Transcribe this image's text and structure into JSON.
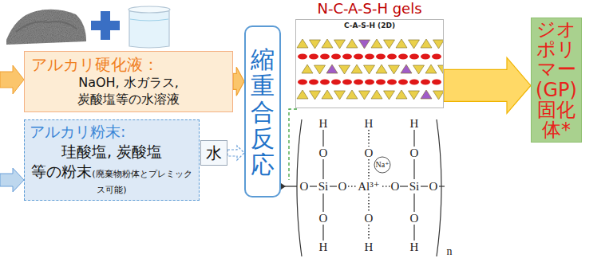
{
  "diagram": {
    "nodes": [
      {
        "text": [
          "アルカリ硬化液：",
          "NaOH, 水ガラス, 炭酸塩等の水溶液"
        ]
      },
      {
        "text": [
          "アルカリ粉末:",
          "珪酸塩, 炭酸塩 等の粉末",
          "(廃棄物粉体とプレミックス可能)"
        ]
      },
      {
        "text": [
          "水"
        ]
      },
      {
        "text": [
          "縮重合反応"
        ]
      },
      {
        "text": [
          "N-C-A-S-H gels",
          "C-A-S-H (2D)"
        ]
      },
      {
        "text": [
          "ジオポリマー(GP)固化体*"
        ]
      }
    ],
    "edges": [
      {
        "from": 0,
        "to": 3,
        "arrow": "to"
      },
      {
        "from": 2,
        "to": 3,
        "arrow": "to"
      },
      {
        "from": 4,
        "to": 5,
        "arrow": "to"
      }
    ],
    "labels": [
      "H",
      "H",
      "H",
      "O",
      "O",
      "O",
      "Na⁺",
      "O",
      "Si",
      "O",
      "Al³⁺",
      "O",
      "Si",
      "O",
      "O",
      "O",
      "O",
      "H",
      "H",
      "H",
      "n"
    ]
  }
}
